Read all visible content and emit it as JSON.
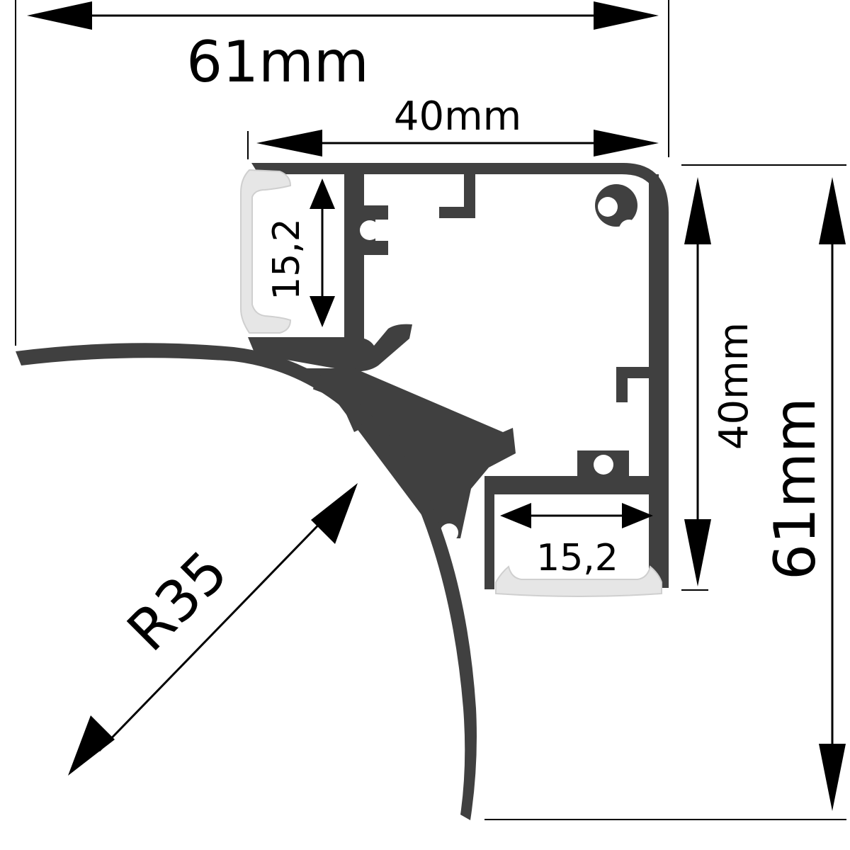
{
  "dimensions": {
    "overall_width": "61mm",
    "overall_height": "61mm",
    "inner_width": "40mm",
    "inner_height": "40mm",
    "channel_top": "15,2",
    "channel_bottom": "15,2",
    "radius": "R35"
  },
  "colors": {
    "profile": "#404040",
    "diffuser": "#e6e6e6",
    "dimension": "#000000"
  }
}
